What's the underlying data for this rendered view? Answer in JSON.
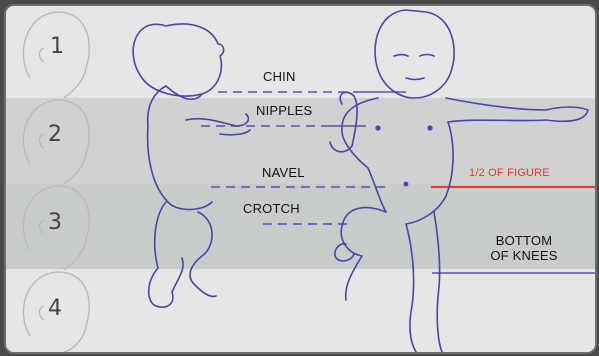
{
  "head_units": [
    "1",
    "2",
    "3",
    "4"
  ],
  "labels": {
    "chin": "CHIN",
    "nipples": "NIPPLES",
    "navel": "NAVEL",
    "half_figure": "1/2 OF FIGURE",
    "crotch": "CROTCH",
    "bottom_knees_line1": "BOTTOM",
    "bottom_knees_line2": "OF KNEES"
  },
  "colors": {
    "line": "#5a4fb8",
    "half_figure": "#e23b2e",
    "band_light": "#e6e6e6",
    "band_dark": "#cfd2d1",
    "frame": "#6e6e6e"
  }
}
